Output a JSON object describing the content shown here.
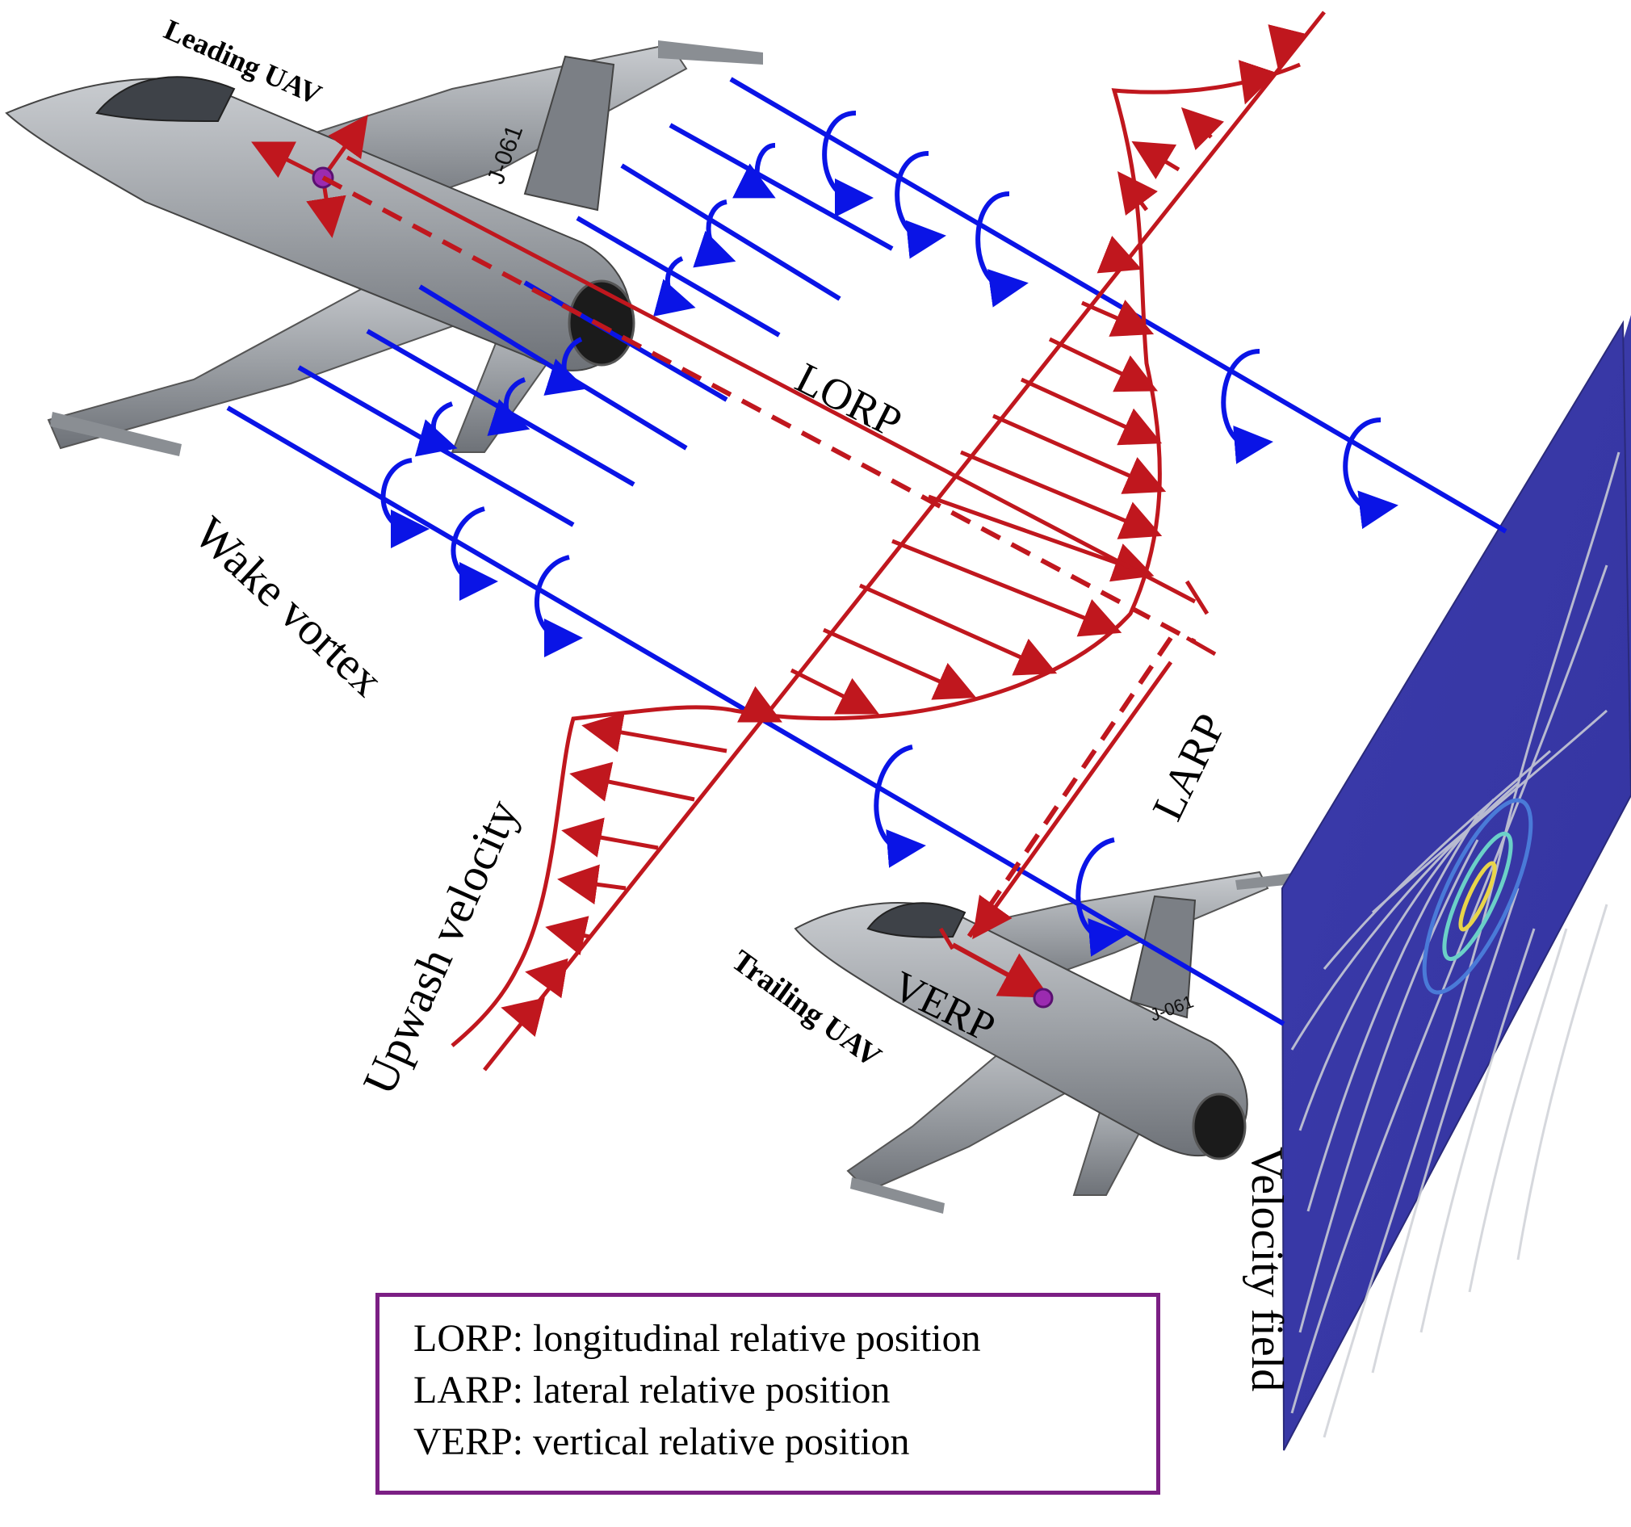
{
  "labels": {
    "leading_uav": "Leading UAV",
    "trailing_uav": "Trailing UAV",
    "lorp": "LORP",
    "larp": "LARP",
    "verp": "VERP",
    "wake_vortex": "Wake vortex",
    "upwash_velocity": "Upwash velocity",
    "velocity_field": "Velocity field",
    "aircraft_tail_code": "J-061"
  },
  "legend": {
    "items": [
      "LORP: longitudinal relative position",
      "LARP: lateral relative position",
      "VERP: vertical relative position"
    ]
  },
  "colors": {
    "vortex": "#0a14e6",
    "profile": "#c0171e",
    "legend_border": "#7b1f84",
    "field_bg": "#3a3aa8",
    "aircraft": "#9a9ea3",
    "marker": "#9b2bb0"
  }
}
